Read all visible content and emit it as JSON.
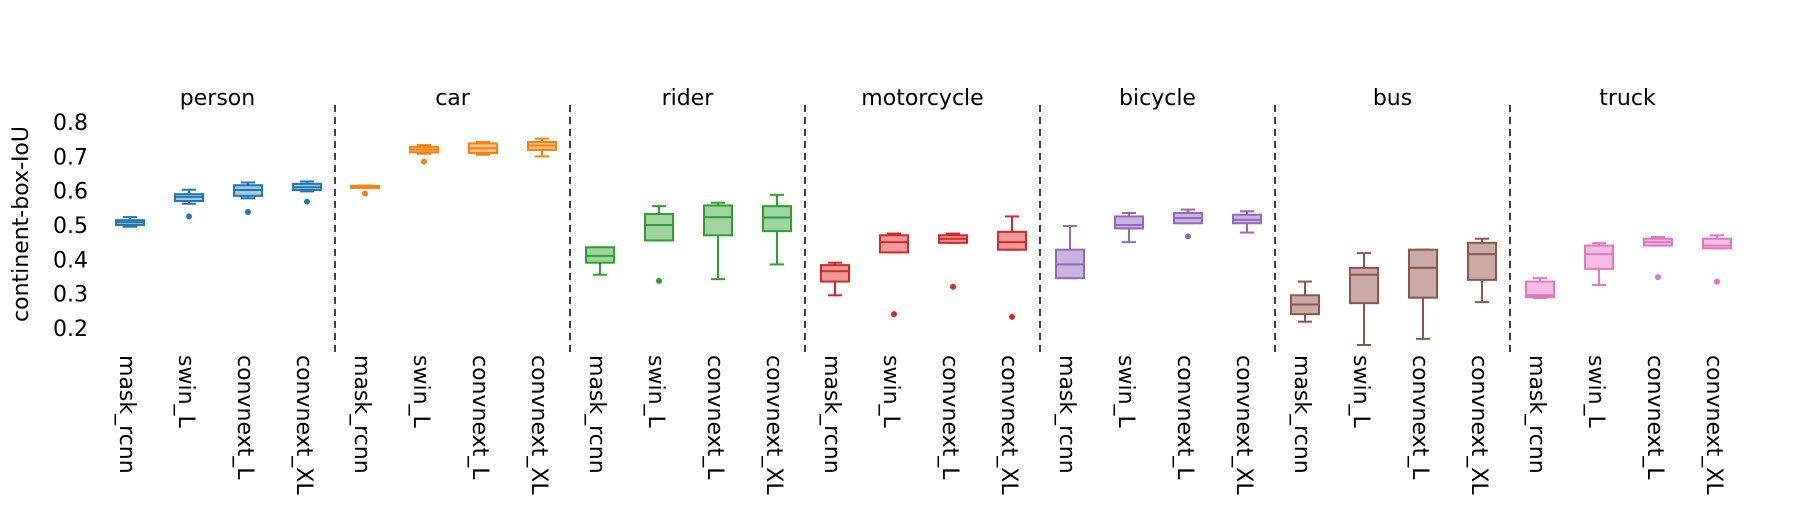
{
  "chart_data": {
    "type": "box",
    "ylabel": "continent-box-IoU",
    "xlabel": "",
    "title": "",
    "ylim": [
      0.15,
      0.85
    ],
    "yticks": [
      0.2,
      0.3,
      0.4,
      0.5,
      0.6,
      0.7,
      0.8
    ],
    "models": [
      "mask_rcnn",
      "swin_L",
      "convnext_L",
      "convnext_XL"
    ],
    "grid": false,
    "panels": [
      {
        "name": "person",
        "color": "#1f77b4",
        "fill": "#a6c8e0",
        "boxes": [
          {
            "whislo": 0.495,
            "q1": 0.5,
            "med": 0.508,
            "q3": 0.514,
            "whishi": 0.523,
            "fliers": []
          },
          {
            "whislo": 0.562,
            "q1": 0.57,
            "med": 0.582,
            "q3": 0.59,
            "whishi": 0.603,
            "fliers": [
              0.525
            ]
          },
          {
            "whislo": 0.578,
            "q1": 0.585,
            "med": 0.602,
            "q3": 0.616,
            "whishi": 0.624,
            "fliers": [
              0.538
            ]
          },
          {
            "whislo": 0.598,
            "q1": 0.602,
            "med": 0.61,
            "q3": 0.62,
            "whishi": 0.627,
            "fliers": [
              0.568
            ]
          }
        ]
      },
      {
        "name": "car",
        "color": "#ff7f0e",
        "fill": "#ffc68a",
        "boxes": [
          {
            "whislo": 0.61,
            "q1": 0.611,
            "med": 0.612,
            "q3": 0.614,
            "whishi": 0.615,
            "fliers": [
              0.592
            ]
          },
          {
            "whislo": 0.708,
            "q1": 0.712,
            "med": 0.72,
            "q3": 0.728,
            "whishi": 0.733,
            "fliers": [
              0.685
            ]
          },
          {
            "whislo": 0.705,
            "q1": 0.71,
            "med": 0.724,
            "q3": 0.738,
            "whishi": 0.742,
            "fliers": []
          },
          {
            "whislo": 0.7,
            "q1": 0.719,
            "med": 0.732,
            "q3": 0.742,
            "whishi": 0.752,
            "fliers": []
          }
        ]
      },
      {
        "name": "rider",
        "color": "#2ca02c",
        "fill": "#9fd39f",
        "boxes": [
          {
            "whislo": 0.355,
            "q1": 0.39,
            "med": 0.41,
            "q3": 0.435,
            "whishi": 0.435,
            "fliers": []
          },
          {
            "whislo": 0.455,
            "q1": 0.455,
            "med": 0.5,
            "q3": 0.532,
            "whishi": 0.555,
            "fliers": [
              0.337
            ]
          },
          {
            "whislo": 0.342,
            "q1": 0.47,
            "med": 0.523,
            "q3": 0.557,
            "whishi": 0.565,
            "fliers": []
          },
          {
            "whislo": 0.385,
            "q1": 0.482,
            "med": 0.522,
            "q3": 0.555,
            "whishi": 0.588,
            "fliers": []
          }
        ]
      },
      {
        "name": "motorcycle",
        "color": "#d62728",
        "fill": "#ee9a9a",
        "boxes": [
          {
            "whislo": 0.295,
            "q1": 0.335,
            "med": 0.365,
            "q3": 0.383,
            "whishi": 0.39,
            "fliers": []
          },
          {
            "whislo": 0.42,
            "q1": 0.42,
            "med": 0.45,
            "q3": 0.47,
            "whishi": 0.475,
            "fliers": [
              0.24
            ]
          },
          {
            "whislo": 0.448,
            "q1": 0.448,
            "med": 0.46,
            "q3": 0.47,
            "whishi": 0.475,
            "fliers": [
              0.32
            ]
          },
          {
            "whislo": 0.428,
            "q1": 0.428,
            "med": 0.45,
            "q3": 0.48,
            "whishi": 0.525,
            "fliers": [
              0.232
            ]
          }
        ]
      },
      {
        "name": "bicycle",
        "color": "#9467bd",
        "fill": "#c9b4e0",
        "boxes": [
          {
            "whislo": 0.345,
            "q1": 0.345,
            "med": 0.385,
            "q3": 0.428,
            "whishi": 0.497,
            "fliers": []
          },
          {
            "whislo": 0.45,
            "q1": 0.49,
            "med": 0.5,
            "q3": 0.525,
            "whishi": 0.535,
            "fliers": []
          },
          {
            "whislo": 0.505,
            "q1": 0.505,
            "med": 0.52,
            "q3": 0.535,
            "whishi": 0.545,
            "fliers": [
              0.467
            ]
          },
          {
            "whislo": 0.478,
            "q1": 0.505,
            "med": 0.515,
            "q3": 0.53,
            "whishi": 0.54,
            "fliers": []
          }
        ]
      },
      {
        "name": "bus",
        "color": "#8c564b",
        "fill": "#c9aaa4",
        "boxes": [
          {
            "whislo": 0.218,
            "q1": 0.24,
            "med": 0.268,
            "q3": 0.295,
            "whishi": 0.335,
            "fliers": []
          },
          {
            "whislo": 0.15,
            "q1": 0.272,
            "med": 0.355,
            "q3": 0.375,
            "whishi": 0.418,
            "fliers": []
          },
          {
            "whislo": 0.168,
            "q1": 0.288,
            "med": 0.375,
            "q3": 0.428,
            "whishi": 0.428,
            "fliers": []
          },
          {
            "whislo": 0.275,
            "q1": 0.34,
            "med": 0.415,
            "q3": 0.448,
            "whishi": 0.46,
            "fliers": []
          }
        ]
      },
      {
        "name": "truck",
        "color": "#e377c2",
        "fill": "#f5bde4",
        "boxes": [
          {
            "whislo": 0.287,
            "q1": 0.29,
            "med": 0.295,
            "q3": 0.335,
            "whishi": 0.345,
            "fliers": []
          },
          {
            "whislo": 0.325,
            "q1": 0.372,
            "med": 0.415,
            "q3": 0.44,
            "whishi": 0.447,
            "fliers": []
          },
          {
            "whislo": 0.44,
            "q1": 0.44,
            "med": 0.45,
            "q3": 0.46,
            "whishi": 0.465,
            "fliers": [
              0.348
            ]
          },
          {
            "whislo": 0.432,
            "q1": 0.432,
            "med": 0.44,
            "q3": 0.46,
            "whishi": 0.47,
            "fliers": [
              0.335
            ]
          }
        ]
      }
    ]
  }
}
